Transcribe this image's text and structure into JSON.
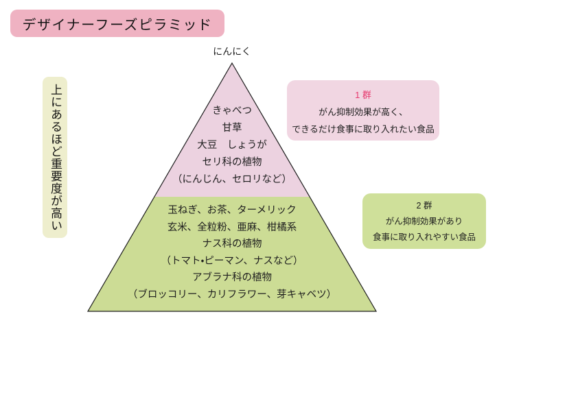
{
  "page": {
    "background": "#ffffff",
    "text_color": "#1e1e1e"
  },
  "title": {
    "text": "デザイナーフーズピラミッド",
    "bg": "#efb2c2"
  },
  "side_note": {
    "text": "上にあるほど重要度が高い",
    "bg": "#eeeecd"
  },
  "pyramid": {
    "apex_label": "にんにく",
    "outline_color": "#1c1c1c",
    "tier1": {
      "color": "#ecd2e0",
      "lines": [
        "きゃべつ",
        "甘草",
        "大豆　しょうが",
        "セリ科の植物",
        "（にんじん、セロリなど）"
      ]
    },
    "tier2": {
      "color": "#ccdc95",
      "lines": [
        "玉ねぎ、お茶、ターメリック",
        "玄米、全粒粉、亜麻、柑橘系",
        "ナス科の植物",
        "（トマト・ピーマン、ナスなど）",
        "アブラナ科の植物",
        "（ブロッコリー、カリフラワー、芽キャベツ）"
      ]
    }
  },
  "legend1": {
    "heading": "1 群",
    "heading_color": "#e6386d",
    "bg": "#f1d6e2",
    "lines": [
      "がん抑制効果が高く、",
      "できるだけ食事に取り入れたい食品"
    ]
  },
  "legend2": {
    "heading": "2 群",
    "bg": "#cfe09a",
    "lines": [
      "がん抑制効果があり",
      "食事に取り入れやすい食品"
    ]
  }
}
